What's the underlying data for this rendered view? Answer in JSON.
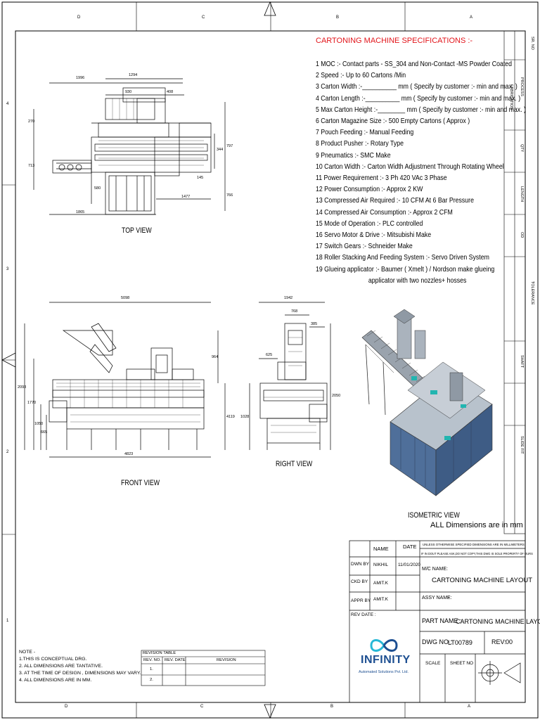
{
  "specs": {
    "title": "CARTONING MACHINE SPECIFICATIONS :-",
    "items": [
      "1 MOC :-  Contact parts - SS_304 and Non-Contact -MS Powder Coated",
      "2 Speed :- Up to 60 Cartons /Min",
      "3 Carton Width :-__________ mm ( Specify by customer :- min and max. )",
      "4 Carton Length :-__________ mm ( Specify by customer :- min and max. )",
      "5 Max Carton Height :-________ mm ( Specify by customer :- min and max. )",
      "6 Carton Magazine Size :- 500 Empty Cartons ( Approx )",
      "7 Pouch Feeding :- Manual Feeding",
      "8 Product Pusher :- Rotary Type",
      "9 Pneumatics :- SMC Make",
      "10 Carton Width :- Carton Width Adjustment Through Rotating Wheel",
      "11 Power Requirement :- 3 Ph 420 VAc 3 Phase",
      "12 Power Consumption :- Approx  2 KW",
      "13 Compressed Air Required :- 10 CFM At 6 Bar Pressure",
      "14 Compressed Air Consumption :- Approx  2 CFM",
      "15 Mode of Operation :- PLC controlled",
      "16 Servo Motor & Drive :- Mitsubishi Make",
      "17 Switch Gears :- Schneider Make",
      "18 Roller Stacking And Feeding System :- Servo Driven System",
      "19 Glueing applicator :- Baumer ( Xmelt ) / Nordson make glueing"
    ],
    "item19_cont": "applicator with two nozzles+ hosses"
  },
  "views": {
    "top": "TOP VIEW",
    "front": "FRONT VIEW",
    "right": "RIGHT VIEW",
    "iso": "ISOMETRIC VIEW",
    "dims_note": "ALL Dimensions are in mm"
  },
  "top_dims": [
    "1996",
    "1294",
    "930",
    "408",
    "270",
    "713",
    "797",
    "344",
    "145",
    "1477",
    "1865",
    "580",
    "766"
  ],
  "front_dims": [
    "5098",
    "2093",
    "1770",
    "1050",
    "665",
    "4823",
    "964",
    "4119"
  ],
  "right_dims": [
    "1942",
    "768",
    "385",
    "625",
    "1028",
    "2050"
  ],
  "title_block": {
    "name_hdr": "NAME",
    "date_hdr": "DATE",
    "unless": "UNLESS OTHERWISE SPECIFIED DIMENSIONS ARE IN MILLIMETERS",
    "doubt": "IF IN DOUT PLEASE ASK,DO NOT COPY,THIS DWG IS SOLE PROPERTY OF OURS",
    "dwn_by": "DWN BY",
    "dwn_name": "NIKHIL",
    "dwn_date": "11/01/2020",
    "ckd_by": "CKD BY",
    "ckd_name": "AMIT.K",
    "appr_by": "APPR BY",
    "appr_name": "AMIT.K",
    "rev_date": "REV DATE :",
    "mc_name_lbl": "M/C NAME:",
    "mc_name": "CARTONING MACHINE LAYOUT",
    "assy_lbl": "ASSY NAME:",
    "assy_val": "-",
    "part_lbl": "PART NAME :",
    "part_val": "CARTONING MACHINE LAYOUT",
    "dwg_lbl": "DWG NO :",
    "dwg_val": "LT00789",
    "rev_lbl": "REV:",
    "rev_val": "00",
    "scale": "SCALE",
    "sheet": "SHEET NO",
    "logo_name": "INFINITY",
    "logo_sub": "Automated Solutions Pvt. Ltd."
  },
  "notes": {
    "title": "NOTE -",
    "lines": [
      "1.THIS IS CONCEPTUAL DRG.",
      "2. ALL DIMENSIONS ARE TANTATIVE.",
      "3. AT THE TIME OF DESIGN , DIMENSIONS MAY VARY.",
      "4. ALL DIMENSIONS ARE IN MM."
    ]
  },
  "revision": {
    "title": "REVISION TABLE",
    "headers": [
      "REV. NO.",
      "REV. DATE",
      "REVISION"
    ],
    "rows": [
      "1.",
      "2."
    ]
  },
  "sidebar": [
    "SR. NO",
    "PROCESS",
    "FABRICATION",
    "QTY",
    "LENGTH",
    "OD",
    "TOLERANCE",
    "SHAFT",
    "SLIDE FIT"
  ],
  "border": {
    "top": [
      "D",
      "C",
      "B",
      "A"
    ],
    "bottom": [
      "D",
      "C",
      "B",
      "A"
    ],
    "left": [
      "4",
      "3",
      "2",
      "1"
    ]
  },
  "colors": {
    "spec_title": "#e2151b",
    "iso_body": "#4f6f9a",
    "iso_accent": "#22b5b0",
    "logo_blue": "#1d4f91",
    "logo_cyan": "#28b8d6"
  }
}
